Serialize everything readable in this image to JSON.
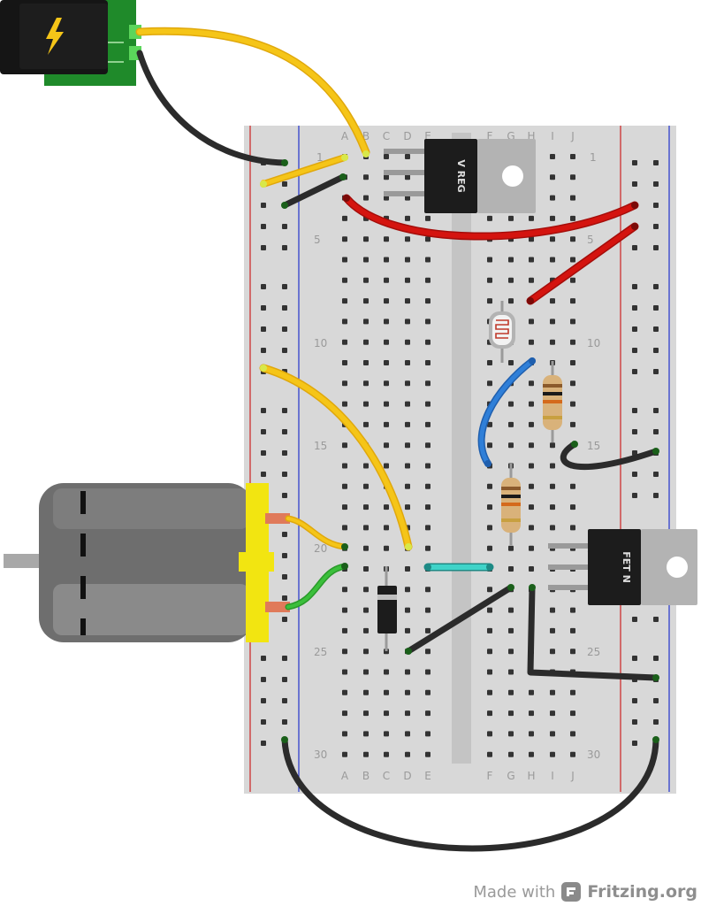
{
  "breadboard": {
    "column_letters": [
      "A",
      "B",
      "C",
      "D",
      "E",
      "F",
      "G",
      "H",
      "I",
      "J"
    ],
    "row_number_labels": [
      "1",
      "5",
      "10",
      "15",
      "20",
      "25",
      "30"
    ]
  },
  "components": {
    "power_jack": {
      "icon": "lightning-bolt-icon"
    },
    "voltage_regulator": {
      "label": "V REG"
    },
    "mosfet": {
      "label": "FET N"
    },
    "photoresistor": {
      "icon": "photocell-icon"
    },
    "resistors": [
      {
        "bands": [
          "#8b5a2b",
          "#1a1a1a",
          "#d46a1c",
          "#c8a040"
        ]
      },
      {
        "bands": [
          "#8b5a2b",
          "#1a1a1a",
          "#d46a1c",
          "#c8a040"
        ]
      }
    ],
    "diode": {
      "icon": "diode-icon"
    },
    "motor": {
      "icon": "dc-motor-icon"
    }
  },
  "colors": {
    "wire_yellow": "#f5c518",
    "wire_black": "#2b2b2b",
    "wire_red": "#d4140f",
    "wire_blue": "#2f7fd8",
    "wire_green": "#3bbf3b",
    "wire_cyan": "#3fd3c8",
    "rail_red": "#cc2222",
    "rail_blue": "#2233cc"
  },
  "footer": {
    "made_with": "Made with",
    "brand": "Fritzing.org"
  }
}
